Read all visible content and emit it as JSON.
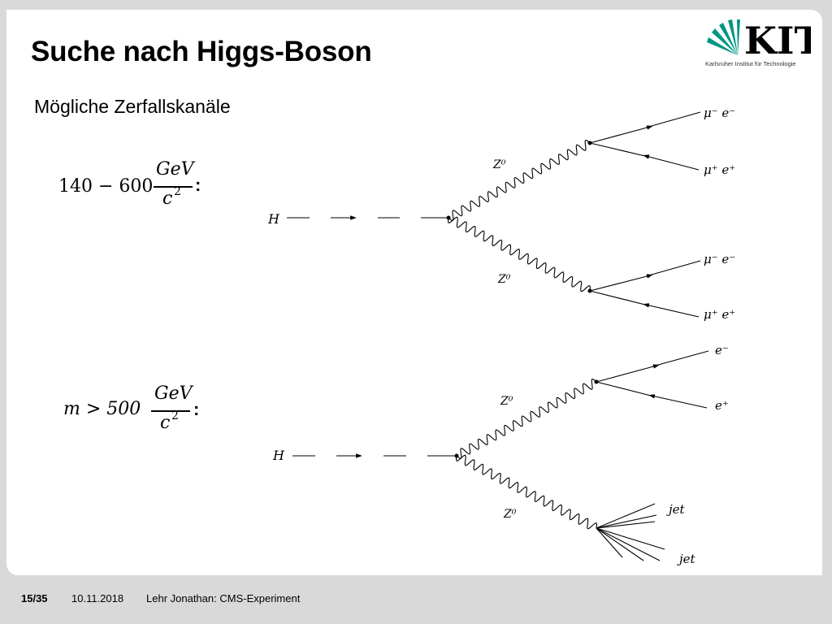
{
  "header": {
    "title": "Suche nach Higgs-Boson",
    "subtitle": "Mögliche Zerfallskanäle",
    "logo_text": "KIT",
    "logo_subtext": "Karlsruher Institut für Technologie"
  },
  "formula1": {
    "prefix": "140 − 600",
    "numerator": "GeV",
    "denominator": "c",
    "exponent": "2",
    "suffix": ":"
  },
  "formula2": {
    "prefix": "m > 500",
    "numerator": "GeV",
    "denominator": "c",
    "exponent": "2",
    "suffix": ":"
  },
  "diagram1": {
    "parent": "H",
    "boson_top": "Z⁰",
    "boson_bottom": "Z⁰",
    "out1": "μ⁻ e⁻",
    "out2": "μ⁺ e⁺",
    "out3": "μ⁻ e⁻",
    "out4": "μ⁺ e⁺"
  },
  "diagram2": {
    "parent": "H",
    "boson_top": "Z⁰",
    "boson_bottom": "Z⁰",
    "out1": "e⁻",
    "out2": "e⁺",
    "jet1": "jet",
    "jet2": "jet"
  },
  "footer": {
    "page": "15/35",
    "date": "10.11.2018",
    "author": "Lehr Jonathan: CMS-Experiment"
  }
}
